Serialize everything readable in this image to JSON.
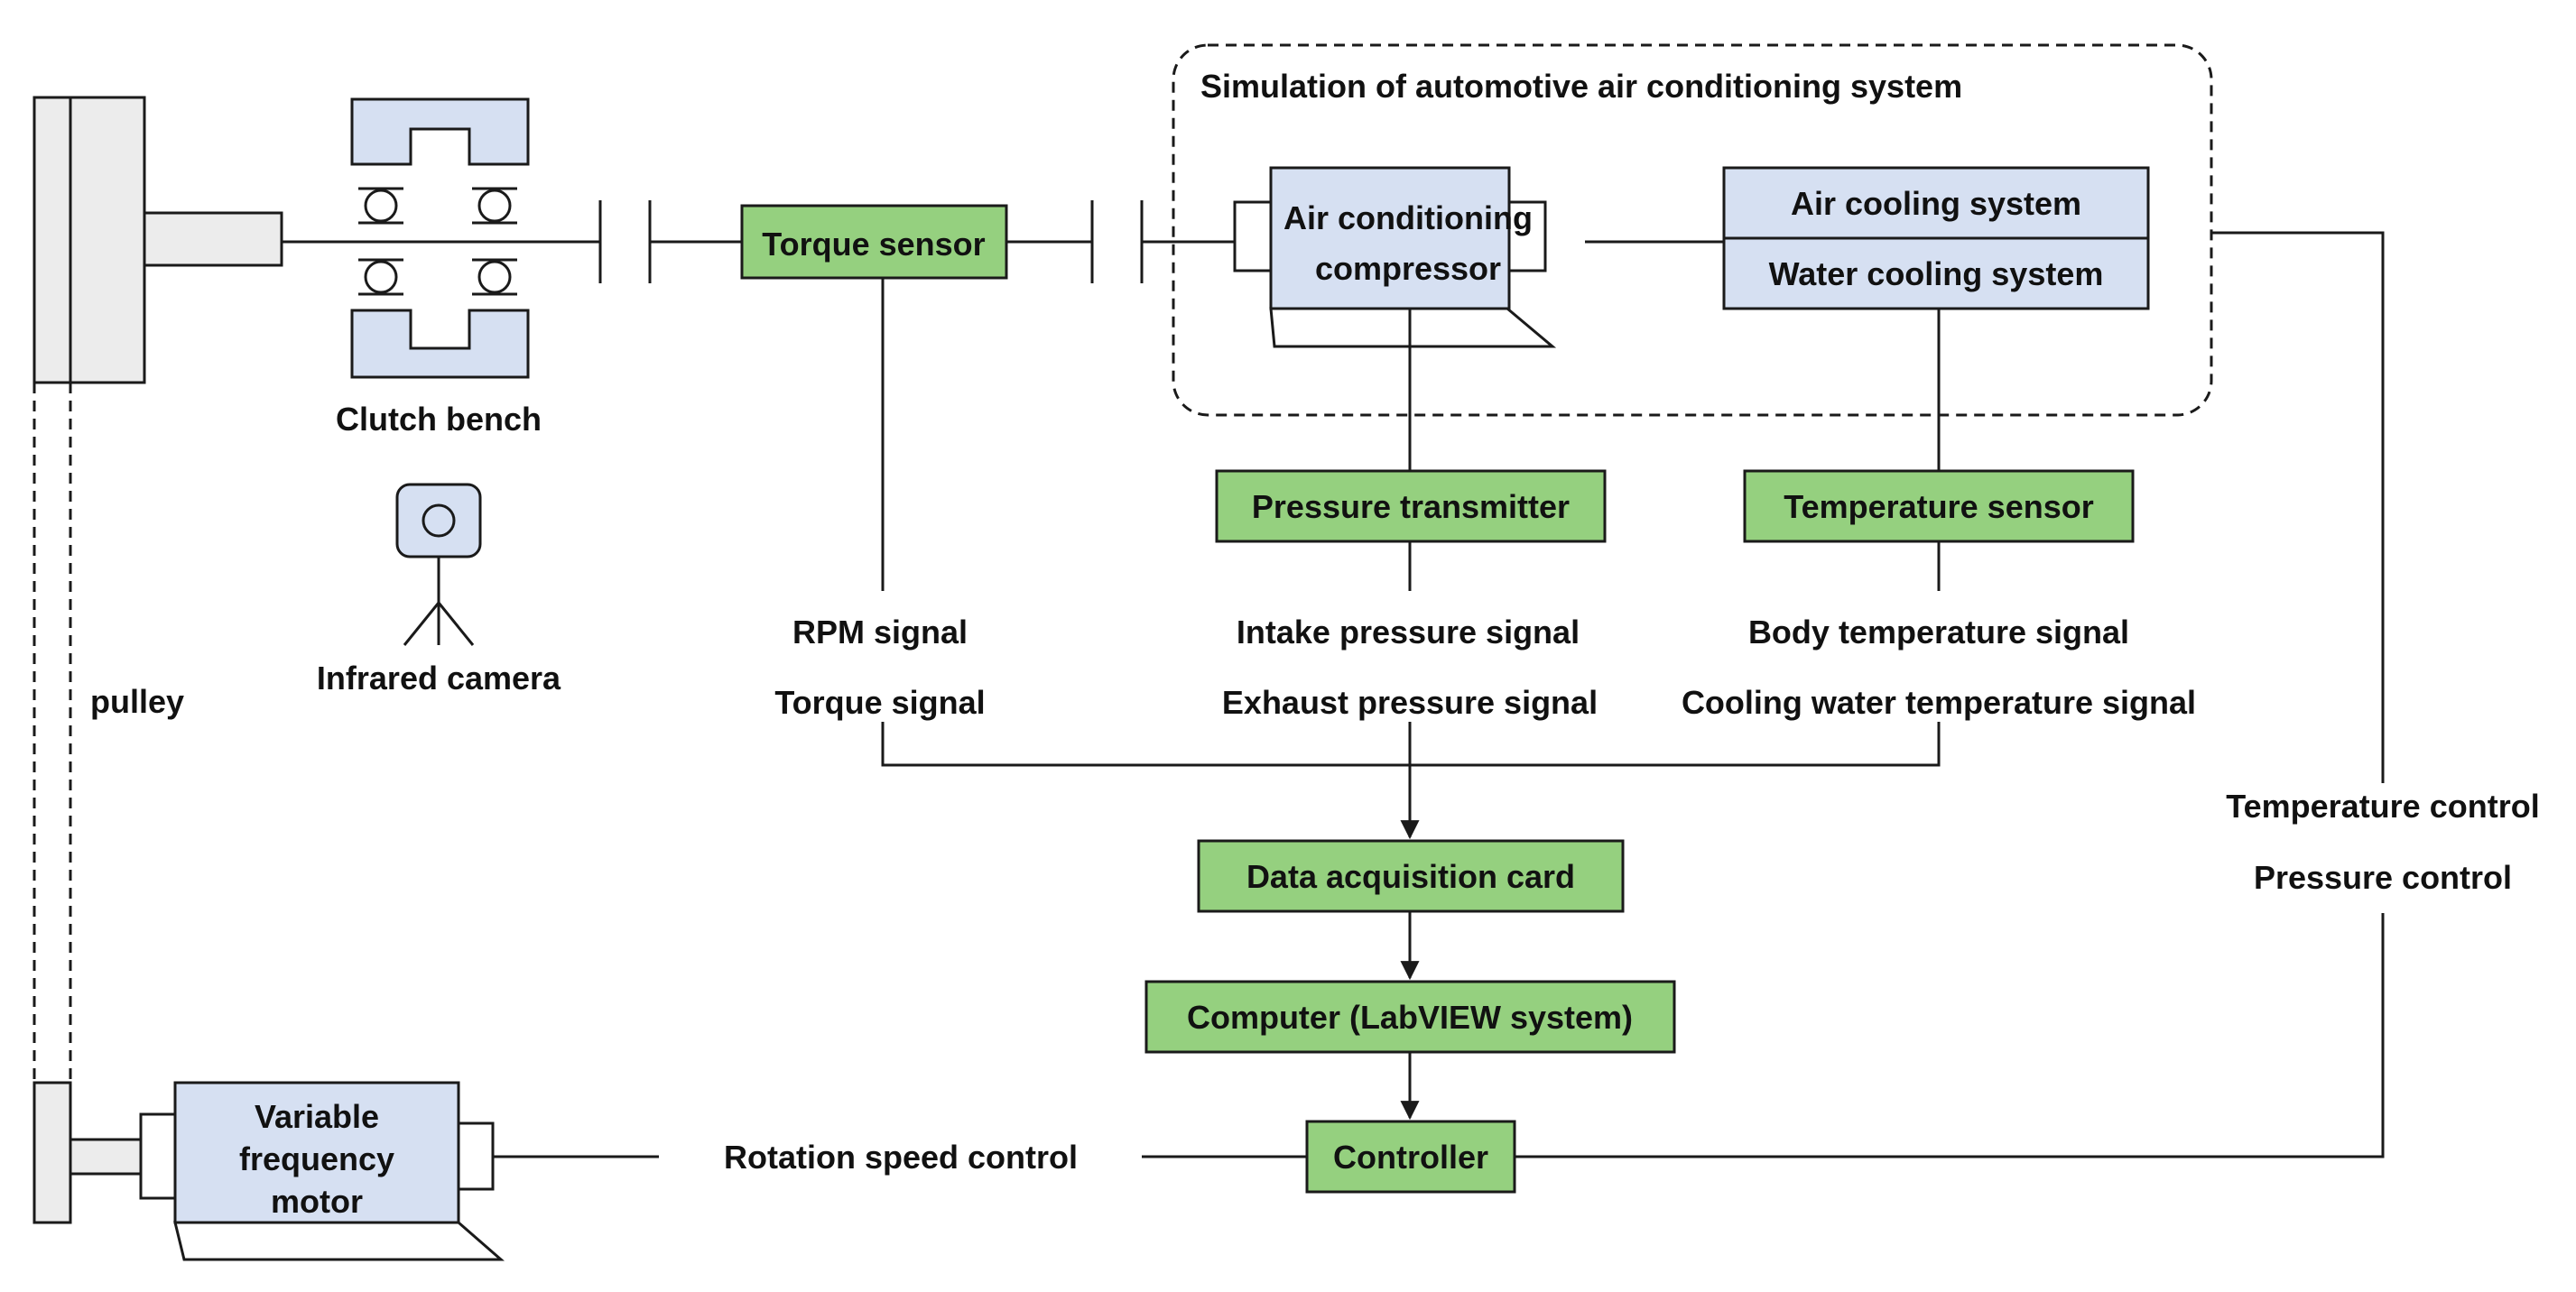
{
  "colors": {
    "blue_fill": "#d6e0f2",
    "green_fill": "#95d07f",
    "gray_fill": "#ececec",
    "stroke": "#1a1a1a"
  },
  "labels": {
    "group_title": "Simulation of automotive air conditioning system",
    "clutch_bench": "Clutch bench",
    "infrared_camera": "Infrared camera",
    "pulley": "pulley",
    "torque_sensor": "Torque sensor",
    "compressor_line1": "Air conditioning",
    "compressor_line2": "compressor",
    "air_cooling": "Air cooling system",
    "water_cooling": "Water cooling system",
    "pressure_transmitter": "Pressure transmitter",
    "temperature_sensor": "Temperature sensor",
    "rpm_signal": "RPM signal",
    "torque_signal": "Torque signal",
    "intake_pressure_signal": "Intake pressure signal",
    "exhaust_pressure_signal": "Exhaust pressure signal",
    "body_temperature_signal": "Body temperature signal",
    "cooling_water_temperature_signal": "Cooling water temperature signal",
    "data_acquisition_card": "Data acquisition card",
    "computer": "Computer (LabVIEW system)",
    "controller": "Controller",
    "rotation_speed_control": "Rotation speed control",
    "temperature_control": "Temperature control",
    "pressure_control": "Pressure control",
    "motor_line1": "Variable",
    "motor_line2": "frequency",
    "motor_line3": "motor"
  }
}
